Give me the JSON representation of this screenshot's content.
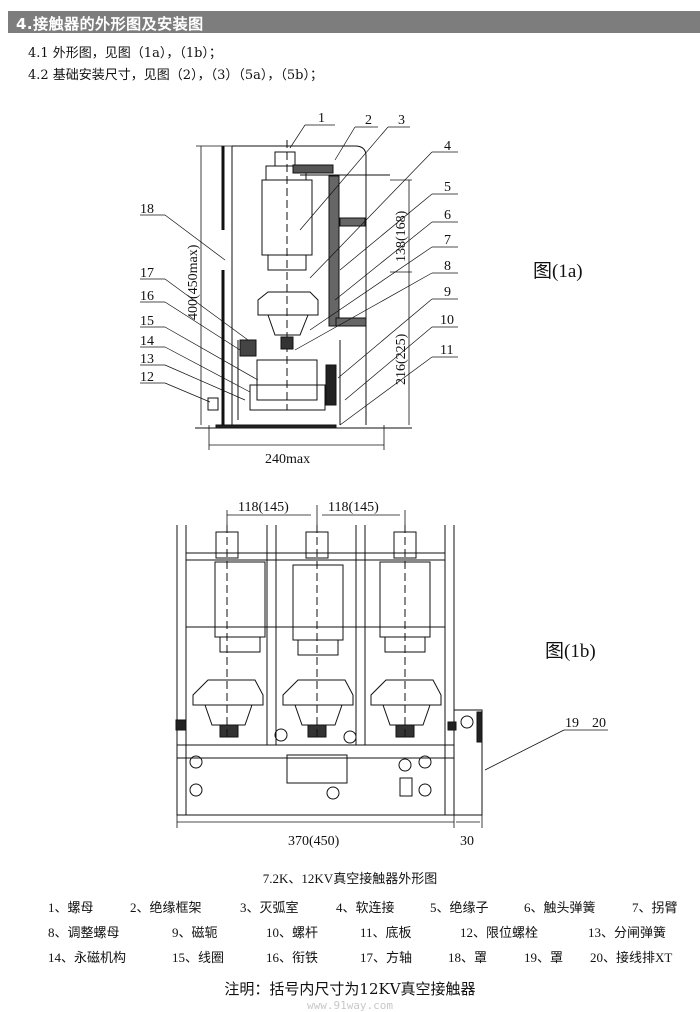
{
  "section": {
    "title": "4.接触器的外形图及安装图",
    "items": [
      "4.1  外形图，见图（1a），（1b）；",
      "4.2  基础安装尺寸，见图（2），（3）（5a），（5b）；"
    ]
  },
  "figure_1a": {
    "title": "图(1a)",
    "callouts": [
      "1",
      "2",
      "3",
      "4",
      "5",
      "6",
      "7",
      "8",
      "9",
      "10",
      "11",
      "12",
      "13",
      "14",
      "15",
      "16",
      "17",
      "18"
    ],
    "dimensions": {
      "height_total": "400(450max)",
      "height_upper": "138(168)",
      "height_lower": "216(225)",
      "width": "240max"
    }
  },
  "figure_1b": {
    "title": "图(1b)",
    "callouts": [
      "19",
      "20"
    ],
    "dimensions": {
      "pitch_1": "118(145)",
      "pitch_2": "118(145)",
      "width": "370(450)",
      "extra_width": "30"
    }
  },
  "caption": "7.2K、12KV真空接触器外形图",
  "parts_list": [
    [
      "1、螺母",
      "2、绝缘框架",
      "3、灭弧室",
      "4、软连接",
      "5、绝缘子",
      "6、触头弹簧",
      "7、拐臂"
    ],
    [
      "8、调整螺母",
      "9、磁轭",
      "10、螺杆",
      "11、底板",
      "12、限位螺栓",
      "13、分闸弹簧"
    ],
    [
      "14、永磁机构",
      "15、线圈",
      "16、衔铁",
      "17、方轴",
      "18、罩",
      "19、罩",
      "20、接线排XT"
    ]
  ],
  "note": "注明：括号内尺寸为12KV真空接触器",
  "watermark": "www.91way.com"
}
